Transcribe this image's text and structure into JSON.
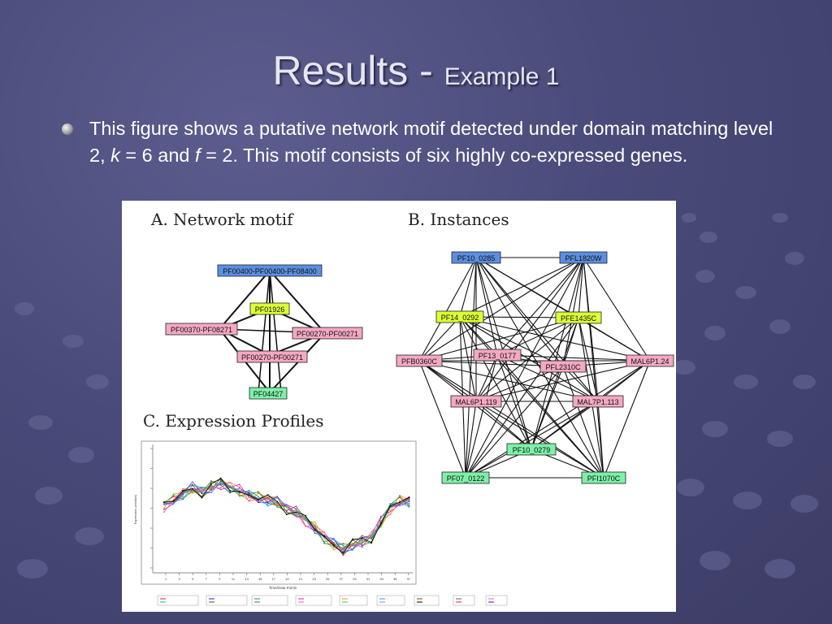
{
  "slide": {
    "title_main": "Results - ",
    "title_sub": "Example 1",
    "bullet": {
      "p1": "This figure shows a putative network motif detected under domain matching level 2, ",
      "k_var": "k",
      "p2": " = 6 and ",
      "f_var": "f",
      "p3": " = 2. This motif consists of six highly co-expressed genes."
    }
  },
  "figure": {
    "panel_a_label": "A. Network motif",
    "panel_b_label": "B. Instances",
    "panel_c_label": "C. Expression Profiles",
    "motif_nodes": {
      "top": "PF00400-PF00400-PF08400",
      "mid": "PF01926",
      "left": "PF00370-PF08271",
      "right": "PF00270-PF00271",
      "low": "PF00270-PF00271",
      "bottom": "PF04427"
    },
    "instance_nodes": {
      "n_pf10_0285": "PF10_0285",
      "n_pfl1820w": "PFL1820W",
      "n_pf14_0292": "PF14_0292",
      "n_pfe1435c": "PFE1435C",
      "n_pfb0360c": "PFB0360C",
      "n_pf13_0177": "PF13_0177",
      "n_pfl2310c": "PFL2310C",
      "n_mal6p1_24": "MAL6P1.24",
      "n_mal6p1_119": "MAL6P1.119",
      "n_mal7p1_113": "MAL7P1.113",
      "n_pf10_0279": "PF10_0279",
      "n_pf07_0122": "PF07_0122",
      "n_pfi1070c": "PFI1070C"
    },
    "colors": {
      "blue_node": "#5b8fe0",
      "yellow_node": "#ddff33",
      "pink_node": "#f4a8c4",
      "green_node": "#7df0a8"
    },
    "profile": {
      "ylabel": "Expression (relative)",
      "xlabel": "Time/Data Points",
      "x_ticks": [
        "1",
        "3",
        "5",
        "7",
        "9",
        "11",
        "13",
        "15",
        "17",
        "19",
        "21",
        "23",
        "25",
        "27",
        "29",
        "31",
        "33",
        "35",
        "37"
      ]
    }
  }
}
